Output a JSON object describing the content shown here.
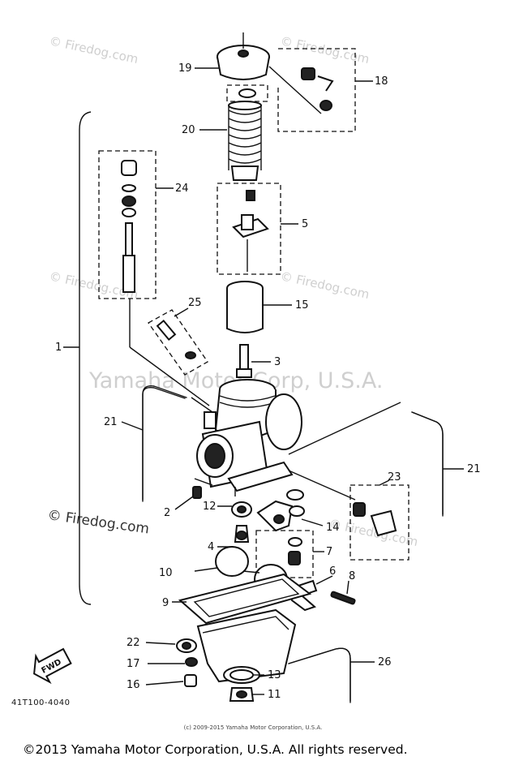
{
  "watermarks": {
    "site_small": "© Firedog.com",
    "site_large": "© Firedog.com",
    "corp": "Yamaha Motor Corp, U.S.A."
  },
  "callouts": {
    "c1": "1",
    "c2": "2",
    "c3": "3",
    "c4": "4",
    "c5": "5",
    "c6": "6",
    "c7": "7",
    "c8": "8",
    "c9": "9",
    "c10": "10",
    "c11": "11",
    "c12": "12",
    "c13": "13",
    "c14": "14",
    "c15": "15",
    "c16": "16",
    "c17": "17",
    "c18": "18",
    "c19": "19",
    "c20": "20",
    "c21a": "21",
    "c21b": "21",
    "c22": "22",
    "c23": "23",
    "c24": "24",
    "c25": "25",
    "c26": "26"
  },
  "fwd_label": "FWD",
  "diagram_code": "41T100-4040",
  "fine_print": "(c) 2009-2015 Yamaha Motor Corporation, U.S.A.",
  "copyright": "©2013 Yamaha Motor Corporation, U.S.A. All rights reserved."
}
